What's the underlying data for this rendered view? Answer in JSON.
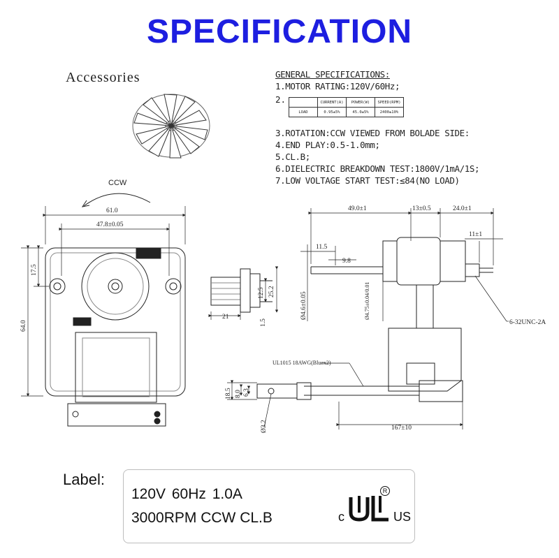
{
  "page": {
    "title": "SPECIFICATION"
  },
  "accessories": {
    "heading": "Accessories"
  },
  "general_specifications": {
    "heading": "GENERAL SPECIFICATIONS:",
    "item1": "1.MOTOR RATING:120V/60Hz;",
    "item2_number": "2.",
    "table": {
      "headers": [
        "",
        "CURRENT(A)",
        "POWER(W)",
        "SPEED(RPM)"
      ],
      "rows": [
        [
          "LOAD",
          "0.95±5%",
          "45.0±5%",
          "2400±10%"
        ]
      ]
    },
    "item3": "3.ROTATION:CCW VIEWED FROM BOLADE SIDE:",
    "item4": "4.END PLAY:0.5-1.0mm;",
    "item5": "5.CL.B;",
    "item6": "6.DIELECTRIC BREAKDOWN TEST:1800V/1mA/1S;",
    "item7": "7.LOW VOLTAGE START TEST:≤84(NO LOAD)"
  },
  "drawing": {
    "rotation_label": "CCW",
    "front_view": {
      "width_overall": "61.0",
      "hole_spacing": "47.8±0.05",
      "height_overall": "64.0",
      "shaft_height": "17.5"
    },
    "connector": {
      "width": "21",
      "height_a": "12.5",
      "height_b": "25.2",
      "pin": "1.5"
    },
    "side_view": {
      "length_a": "49.0±1",
      "length_b": "13±0.5",
      "length_c": "24.0±1",
      "shaft_end": "11±1",
      "shaft_flat": "11.5",
      "shaft_tip": "9.8",
      "shaft_dia": "Ø4.6±0.05",
      "shaft_dia_b": "Ø4.75±0.04/0.01",
      "thread": "6-32UNC-2A",
      "wire": "UL1015 18AWG(Bluex2)",
      "lead_length": "167±10"
    },
    "terminal": {
      "h1": "18.5",
      "h2": "8.0",
      "h3": "6.3",
      "hole": "Ø3.2"
    }
  },
  "label": {
    "heading": "Label:",
    "line1": "120V  60Hz  1.0A",
    "line2": "3000RPM CCW CL.B",
    "cert_left": "c",
    "cert_right": "US",
    "cert_mark": "R"
  }
}
